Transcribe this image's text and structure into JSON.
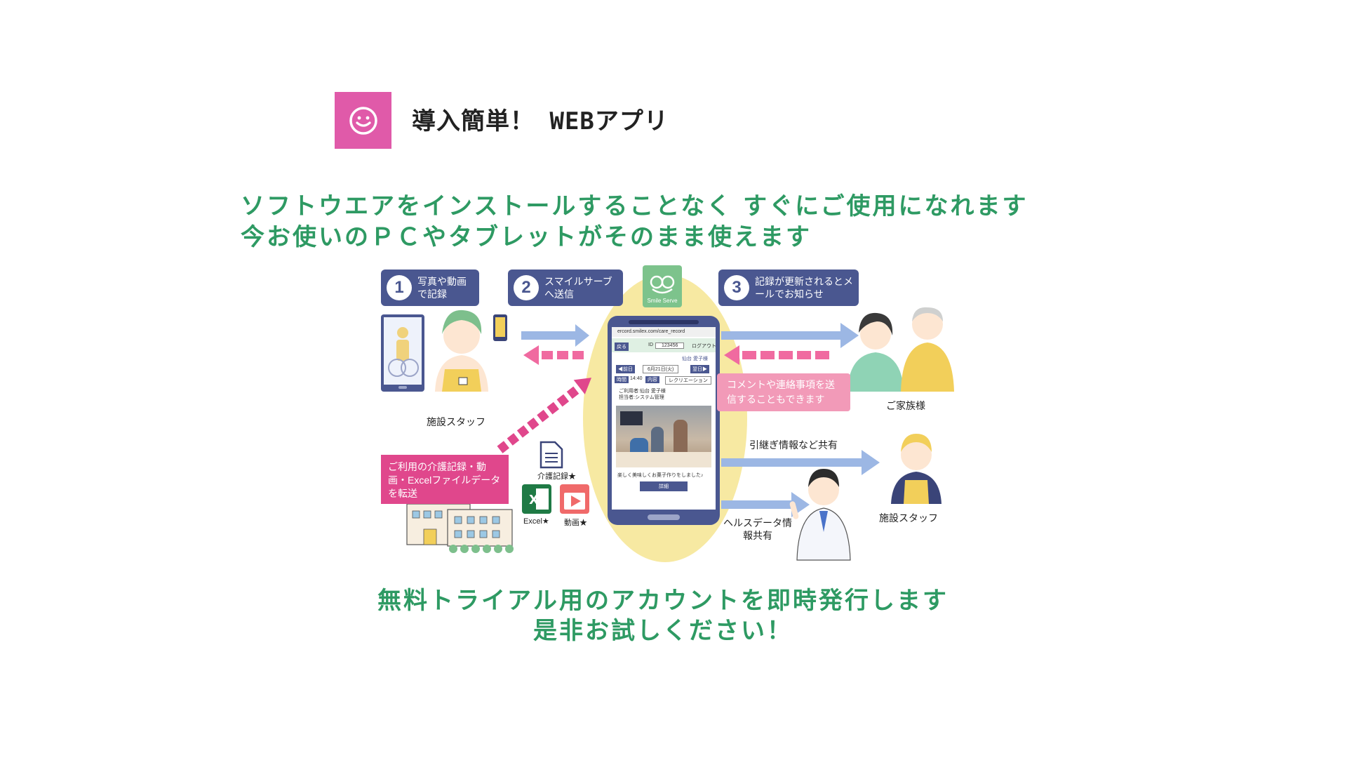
{
  "header": {
    "icon": "smile-icon",
    "title": "導入簡単！ WEBアプリ",
    "accent": "#e05aa9"
  },
  "lead": {
    "line1": "ソフトウエアをインストールすることなく すぐにご使用になれます",
    "line2": "今お使いのＰＣやタブレットがそのまま使えます",
    "color": "#2e9a63"
  },
  "illustration": {
    "steps": [
      {
        "num": "1",
        "text": "写真や動画で記録"
      },
      {
        "num": "2",
        "text": "スマイルサーブへ送信"
      },
      {
        "num": "3",
        "text": "記録が更新されるとメールでお知らせ"
      }
    ],
    "logo_label": "Smile Serve",
    "left_staff_label": "施設スタッフ",
    "family_label": "ご家族様",
    "comment_box": "コメントや連絡事項を送信することもできます",
    "transfer_box": "ご利用の介護記録・動画・Excelファイルデータを転送",
    "handover_label": "引継ぎ情報など共有",
    "health_label": "ヘルスデータ情報共有",
    "right_staff_label": "施設スタッフ",
    "files": [
      "介護記録★",
      "Excel★",
      "動画★"
    ],
    "phone": {
      "url": "ercord.smilex.com/care_record",
      "back": "戻る",
      "id_label": "ID",
      "id_value": "123456",
      "logout": "ログアウト",
      "user": "仙台 愛子様",
      "prev": "◀前日",
      "date": "6月21日(火)",
      "next": "翌日▶",
      "time_label": "時間",
      "time": "14:40",
      "kind_label": "内容",
      "activity": "レクリエーション",
      "record_line1": "ご利用者:仙台 愛子様",
      "record_line2": "担当者:システム管理",
      "caption": "楽しく美味しくお菓子作りをしました♪",
      "detail_button": "詳細"
    }
  },
  "footer": {
    "line1": "無料トライアル用のアカウントを即時発行します",
    "line2": "是非お試しください！"
  }
}
